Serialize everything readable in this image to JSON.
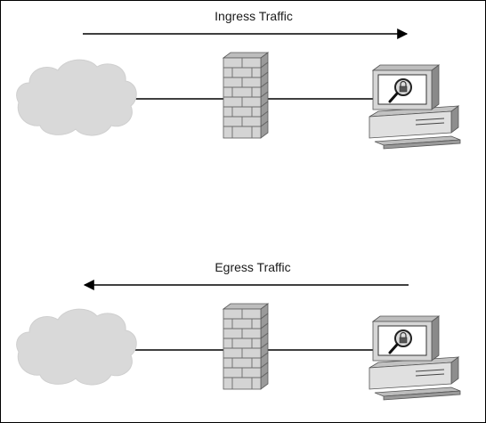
{
  "diagram": {
    "panels": [
      {
        "id": "ingress",
        "label": "Ingress Traffic",
        "arrow_direction": "right"
      },
      {
        "id": "egress",
        "label": "Egress Traffic",
        "arrow_direction": "left"
      }
    ],
    "nodes": [
      "cloud-icon",
      "firewall-icon",
      "computer-icon"
    ],
    "colors": {
      "cloud_fill": "#d9d9d9",
      "brick_fill": "#d4d4d4",
      "mortar": "#6b6b6b",
      "monitor_face": "#c8c8c8",
      "line": "#000000"
    }
  }
}
